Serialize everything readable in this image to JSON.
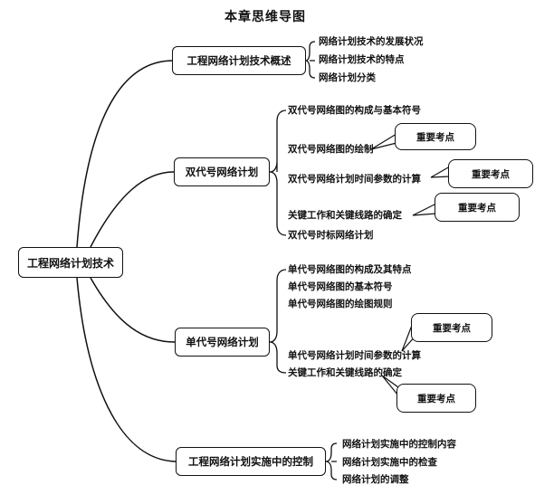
{
  "title": "本章思维导图",
  "root": "工程网络计划技术",
  "branches": [
    {
      "label": "工程网络计划技术概述",
      "leaves": [
        "网络计划技术的发展状况",
        "网络计划技术的特点",
        "网络计划分类"
      ]
    },
    {
      "label": "双代号网络计划",
      "leaves": [
        "双代号网络图的构成与基本符号",
        "双代号网络图的绘制",
        "双代号网络计划时间参数的计算",
        "关键工作和关键线路的确定",
        "双代号时标网络计划"
      ]
    },
    {
      "label": "单代号网络计划",
      "leaves": [
        "单代号网络图的构成及其特点",
        "单代号网络图的基本符号",
        "单代号网络图的绘图规则",
        "单代号网络计划时间参数的计算",
        "关键工作和关键线路的确定"
      ]
    },
    {
      "label": "工程网络计划实施中的控制",
      "leaves": [
        "网络计划实施中的控制内容",
        "网络计划实施中的检查",
        "网络计划的调整"
      ]
    }
  ],
  "callouts": [
    "重要考点",
    "重要考点",
    "重要考点",
    "重要考点",
    "重要考点"
  ]
}
